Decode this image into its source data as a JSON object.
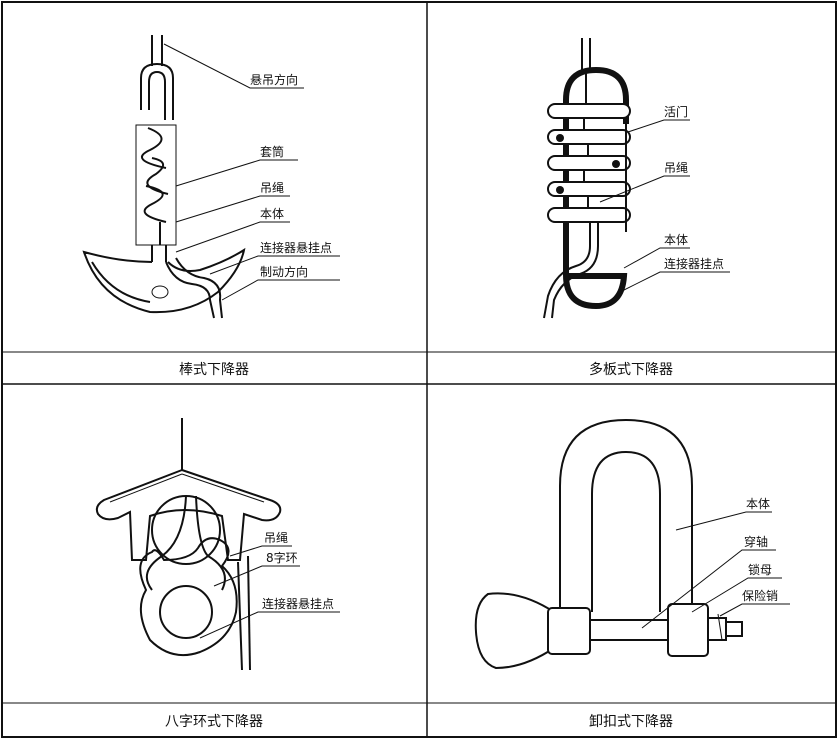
{
  "panels": [
    {
      "caption": "棒式下降器",
      "labels": [
        "悬吊方向",
        "套筒",
        "吊绳",
        "本体",
        "连接器悬挂点",
        "制动方向"
      ]
    },
    {
      "caption": "多板式下降器",
      "labels": [
        "活门",
        "吊绳",
        "本体",
        "连接器挂点"
      ]
    },
    {
      "caption": "八字环式下降器",
      "labels": [
        "吊绳",
        "8字环",
        "连接器悬挂点"
      ]
    },
    {
      "caption": "卸扣式下降器",
      "labels": [
        "本体",
        "穿轴",
        "锁母",
        "保险销"
      ]
    }
  ]
}
